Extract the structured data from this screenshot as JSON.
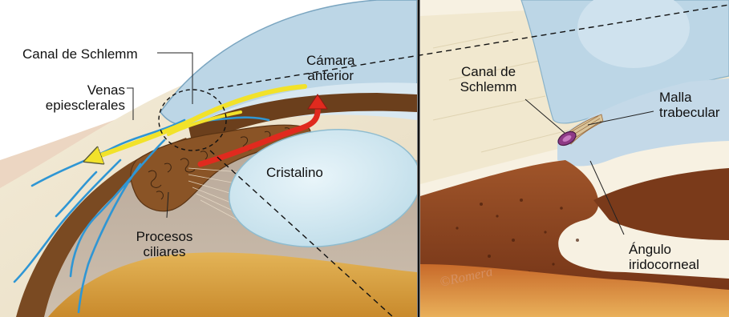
{
  "left_panel": {
    "labels": {
      "schlemm_canal": "Canal de Schlemm",
      "anterior_chamber": "Cámara\nanterior",
      "episcleral_veins": "Venas\nepiesclerales",
      "lens": "Cristalino",
      "ciliary_processes": "Procesos\nciliares"
    }
  },
  "right_panel": {
    "labels": {
      "schlemm_canal": "Canal de\nSchlemm",
      "trabecular_meshwork": "Malla\ntrabecular",
      "iridocorneal_angle": "Ángulo\niridocorneal"
    },
    "credit": "©Romera"
  },
  "icons": [
    "aqueous-flow-arrow",
    "magnifier-circle"
  ],
  "colors": {
    "aqueous_flow": "#f2e22a",
    "blood_flow": "#e02a1e",
    "veins": "#2f96d4",
    "cornea": "#bcd6e6",
    "lens": "#d2e9f1",
    "ciliary_body": "#7a4a22",
    "schlemm_canal": "#8e3a86",
    "divider": "#111111"
  }
}
